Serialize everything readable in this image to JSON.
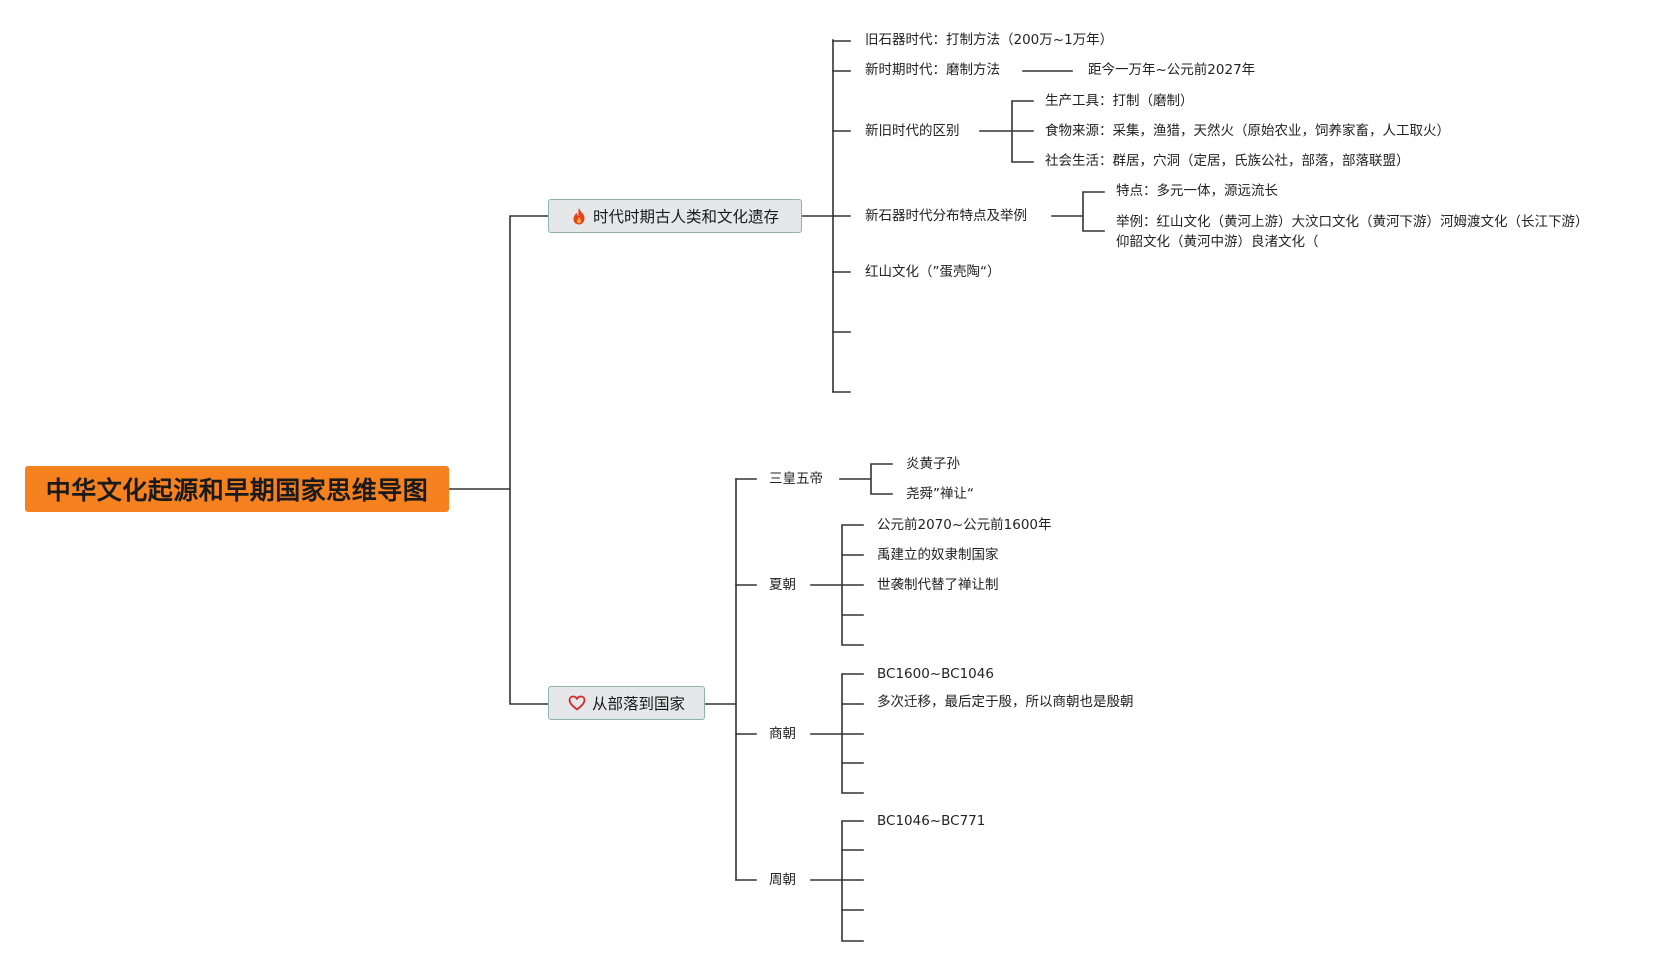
{
  "root": {
    "label": "中华文化起源和早期国家思维导图"
  },
  "branch1": {
    "label": "时代时期古人类和文化遗存",
    "icon": "fire-icon",
    "icon_color": "#e8401c",
    "items": {
      "paleolithic": "旧石器时代：打制方法（200万~1万年）",
      "neolithic": "新时期时代：磨制方法",
      "neolithic_date": "距今一万年~公元前2027年",
      "difference": "新旧时代的区别",
      "tools": "生产工具：打制（磨制）",
      "food": "食物来源：采集，渔猎，天然火（原始农业，饲养家畜，人工取火）",
      "social": "社会生活：群居，穴洞（定居，氏族公社，部落，部落联盟）",
      "distribution": "新石器时代分布特点及举例",
      "feature": "特点：多元一体，源远流长",
      "example_line1": "举例：红山文化（黄河上游）大汶口文化（黄河下游）河姆渡文化（长江下游）",
      "example_line2": "仰韶文化（黄河中游）良渚文化（",
      "hongshan": "红山文化（”蛋壳陶“）"
    }
  },
  "branch2": {
    "label": "从部落到国家",
    "icon": "heart-icon",
    "icon_color": "#d42a2a",
    "sanhuang": {
      "label": "三皇五帝",
      "items": [
        "炎黄子孙",
        "尧舜”禅让“"
      ]
    },
    "xia": {
      "label": "夏朝",
      "items": [
        "公元前2070~公元前1600年",
        "禹建立的奴隶制国家",
        "世袭制代替了禅让制"
      ]
    },
    "shang": {
      "label": "商朝",
      "items": [
        "BC1600~BC1046",
        "多次迁移，最后定于殷，所以商朝也是殷朝"
      ]
    },
    "zhou": {
      "label": "周朝",
      "items": [
        "BC1046~BC771"
      ]
    }
  }
}
